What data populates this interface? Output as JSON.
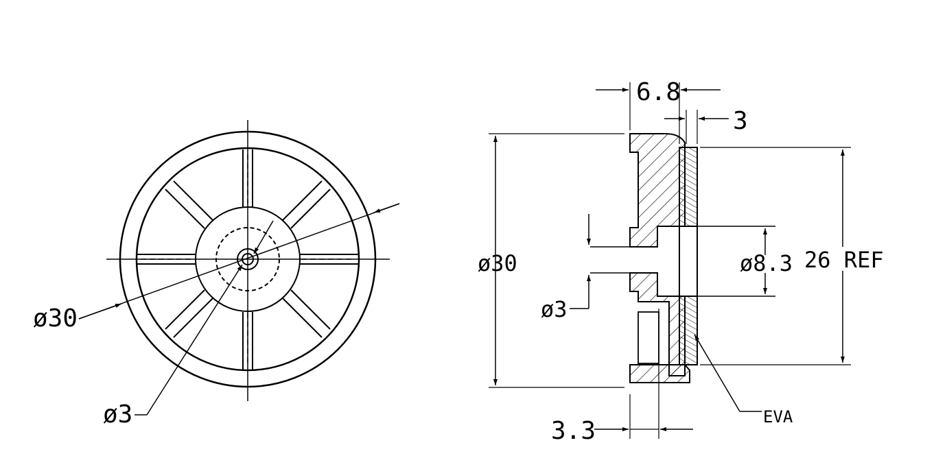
{
  "front_view": {
    "outer_diameter_label": "ø30",
    "hole_diameter_label": "ø3"
  },
  "side_view": {
    "thickness_label": "6.8",
    "pad_thickness_label": "3",
    "outer_diameter_label": "ø30",
    "recess_diameter_label": "ø8.3",
    "pad_span_label": "26 REF",
    "hole_diameter_label": "ø3",
    "base_depth_label": "3.3",
    "material_label": "EVA"
  },
  "colors": {
    "line": "#000000",
    "background": "#ffffff"
  }
}
